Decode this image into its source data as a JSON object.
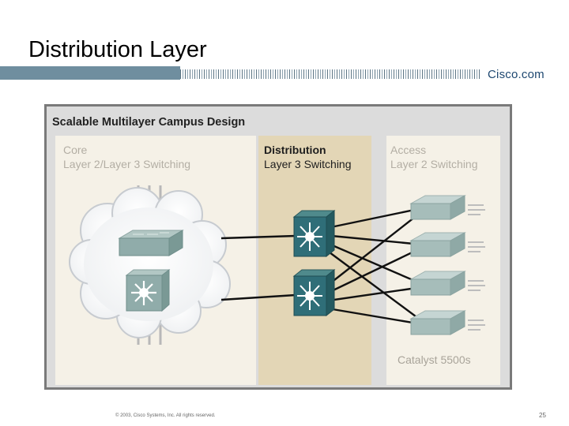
{
  "slide": {
    "title": "Distribution Layer",
    "brand": "Cisco.com"
  },
  "diagram": {
    "heading": "Scalable Multilayer Campus Design",
    "core": {
      "title": "Core",
      "subtitle": "Layer 2/Layer 3 Switching"
    },
    "distribution": {
      "title": "Distribution",
      "subtitle": "Layer 3 Switching"
    },
    "access": {
      "title": "Access",
      "subtitle": "Layer 2 Switching",
      "caption": "Catalyst 5500s"
    }
  },
  "footer": {
    "copyright": "© 2003, Cisco Systems, Inc. All rights reserved.",
    "page": "25"
  },
  "colors": {
    "accent": "#6f8e9f",
    "brand": "#1d4770",
    "device": "#2f6e78",
    "panel": "#ddd6c6"
  }
}
